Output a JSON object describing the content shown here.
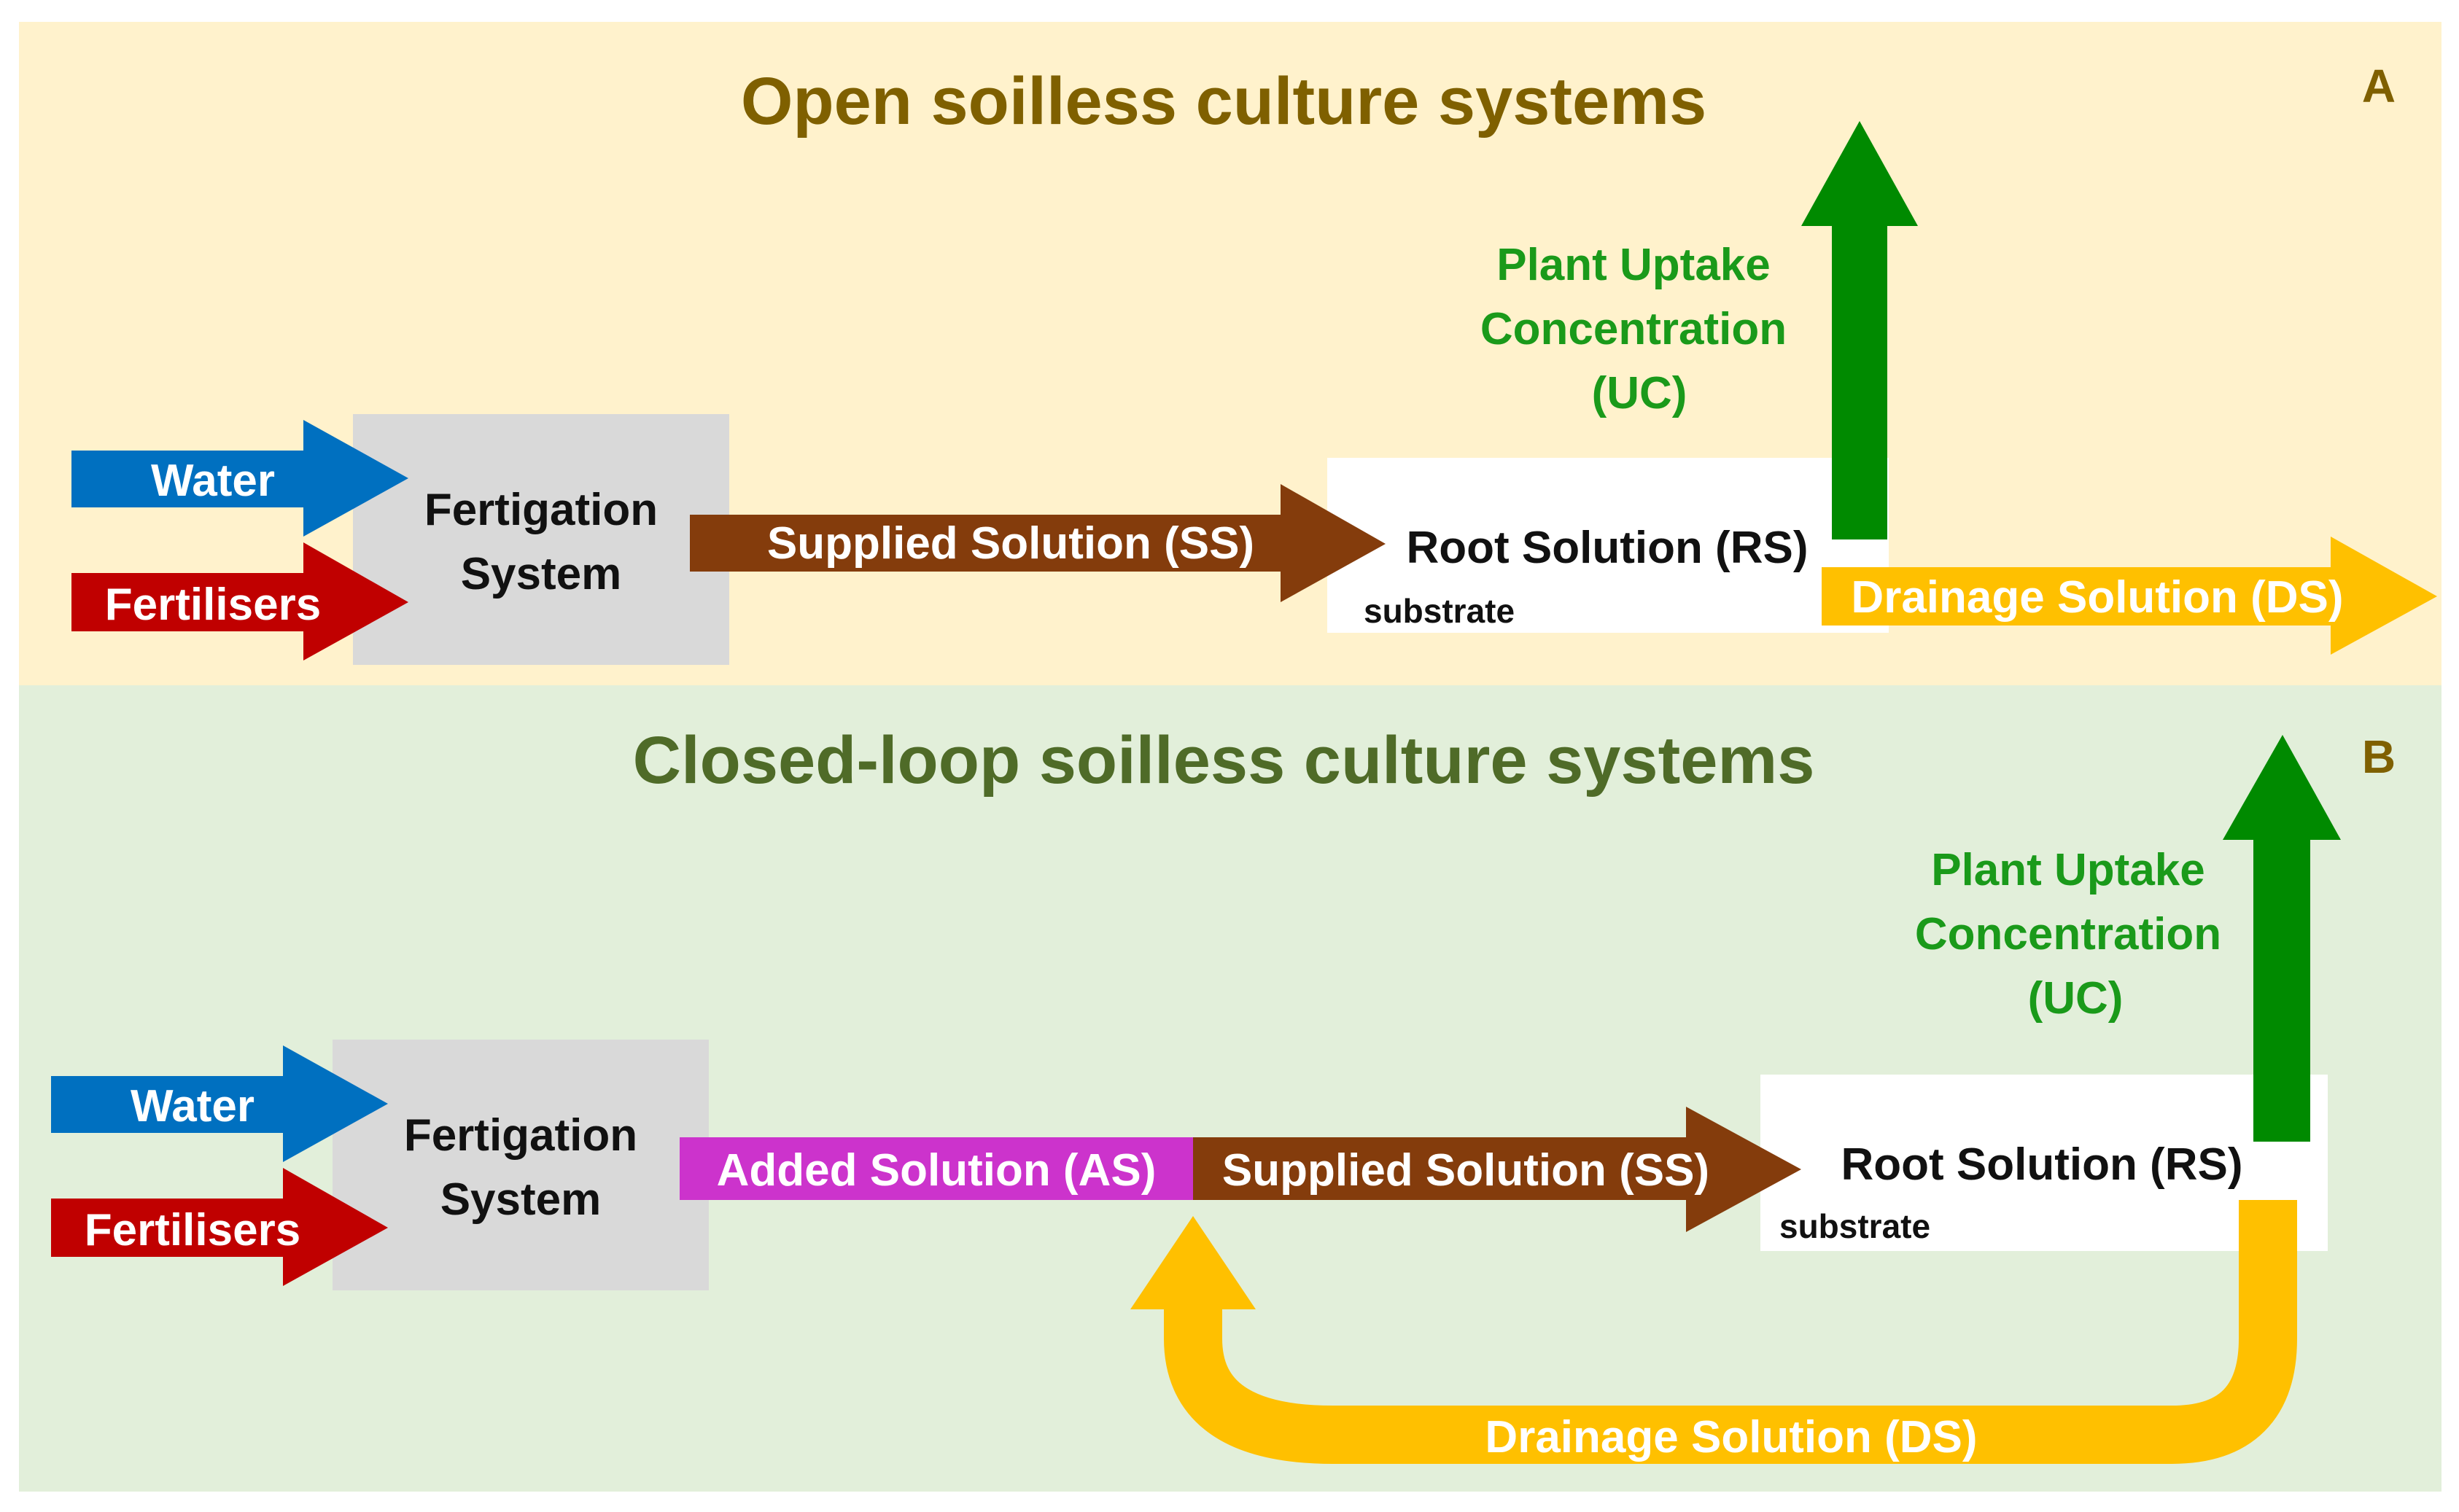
{
  "panel_a": {
    "title": "Open soilless culture systems",
    "letter": "A",
    "water": "Water",
    "fertilisers": "Fertilisers",
    "fertigation_line1": "Fertigation",
    "fertigation_line2": "System",
    "supplied_solution": "Supplied Solution (SS)",
    "root_solution": "Root Solution (RS)",
    "substrate": "substrate",
    "uptake_line1": "Plant Uptake",
    "uptake_line2": "Concentration",
    "uptake_line3": "(UC)",
    "drainage_solution": "Drainage Solution (DS)"
  },
  "panel_b": {
    "title": "Closed-loop soilless culture systems",
    "letter": "B",
    "water": "Water",
    "fertilisers": "Fertilisers",
    "fertigation_line1": "Fertigation",
    "fertigation_line2": "System",
    "added_solution": "Added Solution (AS)",
    "supplied_solution": "Supplied Solution (SS)",
    "root_solution": "Root Solution (RS)",
    "substrate": "substrate",
    "uptake_line1": "Plant Uptake",
    "uptake_line2": "Concentration",
    "uptake_line3": "(UC)",
    "drainage_solution": "Drainage Solution (DS)"
  },
  "colors": {
    "panel_a_bg": "#fff2cc",
    "panel_b_bg": "#e2efda",
    "water": "#0070c0",
    "fertilisers": "#c00000",
    "fertigation_box": "#d9d9d9",
    "supplied": "#843c0c",
    "drainage": "#ffc000",
    "uptake": "#008a00",
    "added": "#cc33cc",
    "root_box": "#ffffff"
  }
}
